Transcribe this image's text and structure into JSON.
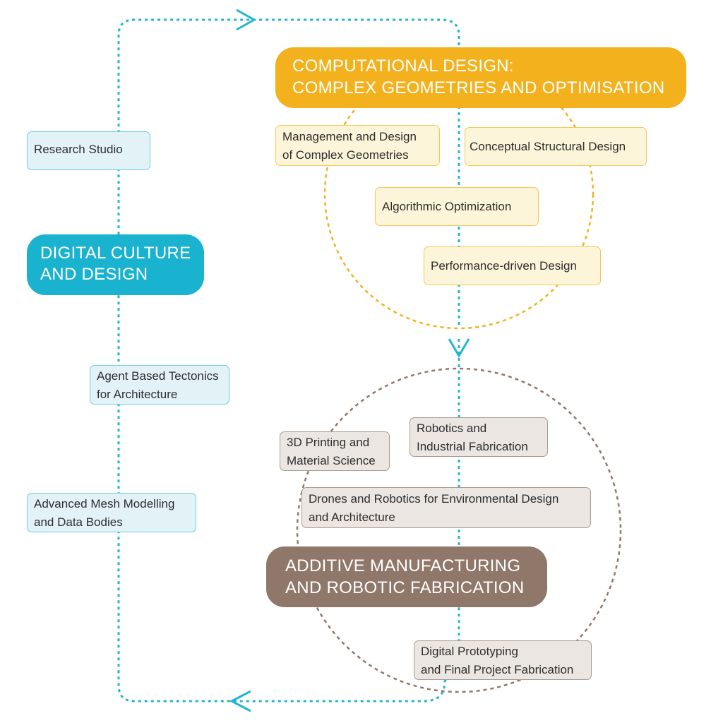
{
  "headers": {
    "digital_culture": [
      "DIGITAL CULTURE",
      "AND DESIGN"
    ],
    "computational": [
      "COMPUTATIONAL DESIGN:",
      "COMPLEX GEOMETRIES AND OPTIMISATION"
    ],
    "additive": [
      "ADDITIVE MANUFACTURING",
      "AND ROBOTIC FABRICATION"
    ]
  },
  "digital_culture_items": {
    "research_studio": [
      "Research Studio"
    ],
    "agent_based": [
      "Agent Based Tectonics",
      "for Architecture"
    ],
    "advanced_mesh": [
      "Advanced Mesh Modelling",
      "and Data Bodies"
    ]
  },
  "computational_items": {
    "management": [
      "Management and Design",
      "of Complex Geometries"
    ],
    "conceptual": [
      "Conceptual Structural Design"
    ],
    "algorithmic": [
      "Algorithmic Optimization"
    ],
    "performance": [
      "Performance-driven Design"
    ]
  },
  "additive_items": {
    "printing": [
      "3D Printing and",
      "Material Science"
    ],
    "robotics": [
      "Robotics and",
      "Industrial Fabrication"
    ],
    "drones": [
      "Drones and Robotics for Environmental Design",
      "and Architecture"
    ],
    "prototyping": [
      "Digital Prototyping",
      "and Final Project Fabrication"
    ]
  },
  "colors": {
    "digital_culture": "#19b3cf",
    "computational": "#f3b11e",
    "additive": "#8f7869",
    "flow_line": "#22b5d3"
  }
}
